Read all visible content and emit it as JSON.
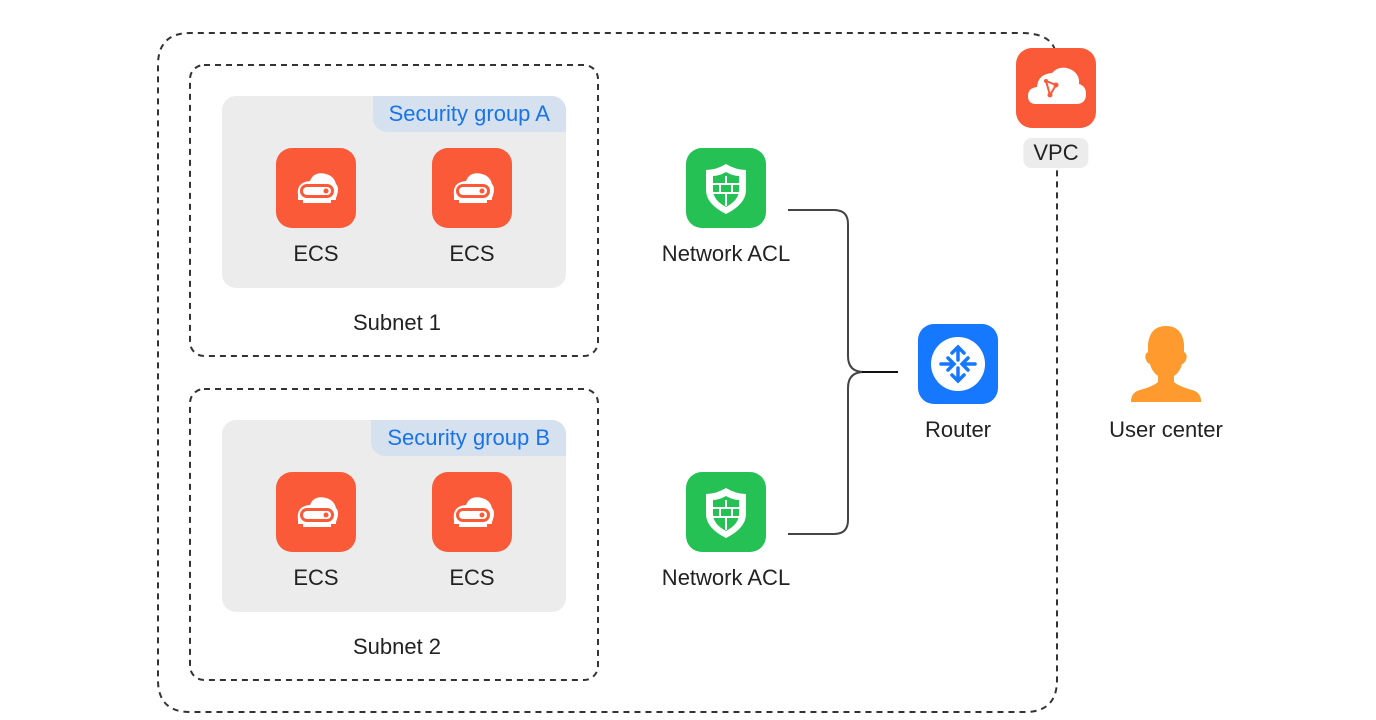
{
  "diagram": {
    "vpc": {
      "label": "VPC",
      "icon": "vpc-cloud-icon"
    },
    "subnets": [
      {
        "label": "Subnet 1",
        "security_group": {
          "label": "Security group A"
        },
        "instances": [
          {
            "label": "ECS",
            "icon": "ecs-server-icon"
          },
          {
            "label": "ECS",
            "icon": "ecs-server-icon"
          }
        ]
      },
      {
        "label": "Subnet 2",
        "security_group": {
          "label": "Security group B"
        },
        "instances": [
          {
            "label": "ECS",
            "icon": "ecs-server-icon"
          },
          {
            "label": "ECS",
            "icon": "ecs-server-icon"
          }
        ]
      }
    ],
    "acls": [
      {
        "label": "Network ACL",
        "icon": "shield-firewall-icon"
      },
      {
        "label": "Network ACL",
        "icon": "shield-firewall-icon"
      }
    ],
    "router": {
      "label": "Router",
      "icon": "router-arrows-icon"
    },
    "user": {
      "label": "User center",
      "icon": "user-icon"
    },
    "colors": {
      "ecs": "#fa5a37",
      "acl": "#25c155",
      "router": "#1677ff",
      "user": "#ff9a2e",
      "vpc": "#fa5a37",
      "security_group_text": "#1a73e8",
      "security_group_bg": "#d6e1ef"
    }
  }
}
